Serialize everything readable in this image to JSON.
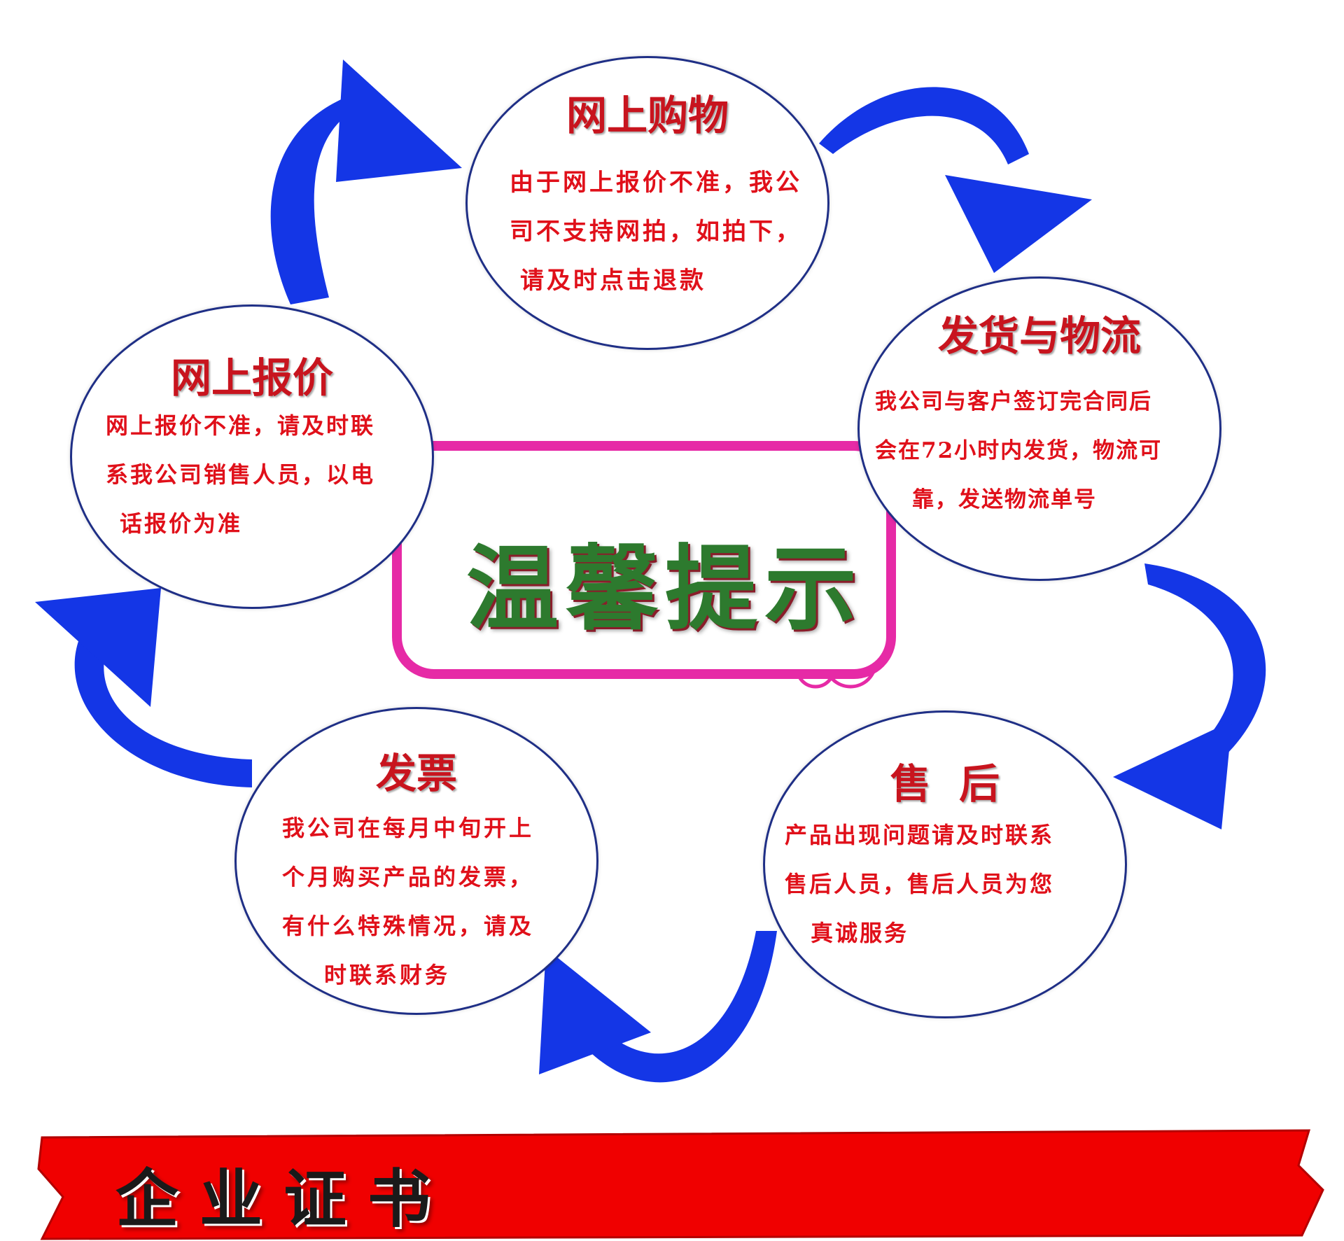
{
  "center": {
    "title": "温馨提示"
  },
  "bubbles": {
    "shopping": {
      "title": "网上购物",
      "lines": [
        "由于网上报价不准，我公",
        "司不支持网拍，如拍下，",
        "请及时点击退款"
      ]
    },
    "shipping": {
      "title": "发货与物流",
      "lines": [
        "我公司与客户签订完合同后",
        "会在72小时内发货，物流可",
        "靠，发送物流单号"
      ]
    },
    "aftersales": {
      "title": "售  后",
      "lines": [
        "产品出现问题请及时联系",
        "售后人员，售后人员为您",
        "真诚服务"
      ]
    },
    "invoice": {
      "title": "发票",
      "lines": [
        "我公司在每月中旬开上",
        "个月购买产品的发票，",
        "有什么特殊情况，请及",
        "时联系财务"
      ]
    },
    "quote": {
      "title": "网上报价",
      "lines": [
        "网上报价不准，请及时联",
        "系我公司销售人员，以电",
        "话报价为准"
      ]
    }
  },
  "banner": {
    "title": "企业证书"
  },
  "colors": {
    "arrow": "#1436e6",
    "bubble_border": "#1f2f86",
    "text_red": "#e0101a",
    "frame_pink": "#e62aa6",
    "banner_red": "#f00000"
  }
}
